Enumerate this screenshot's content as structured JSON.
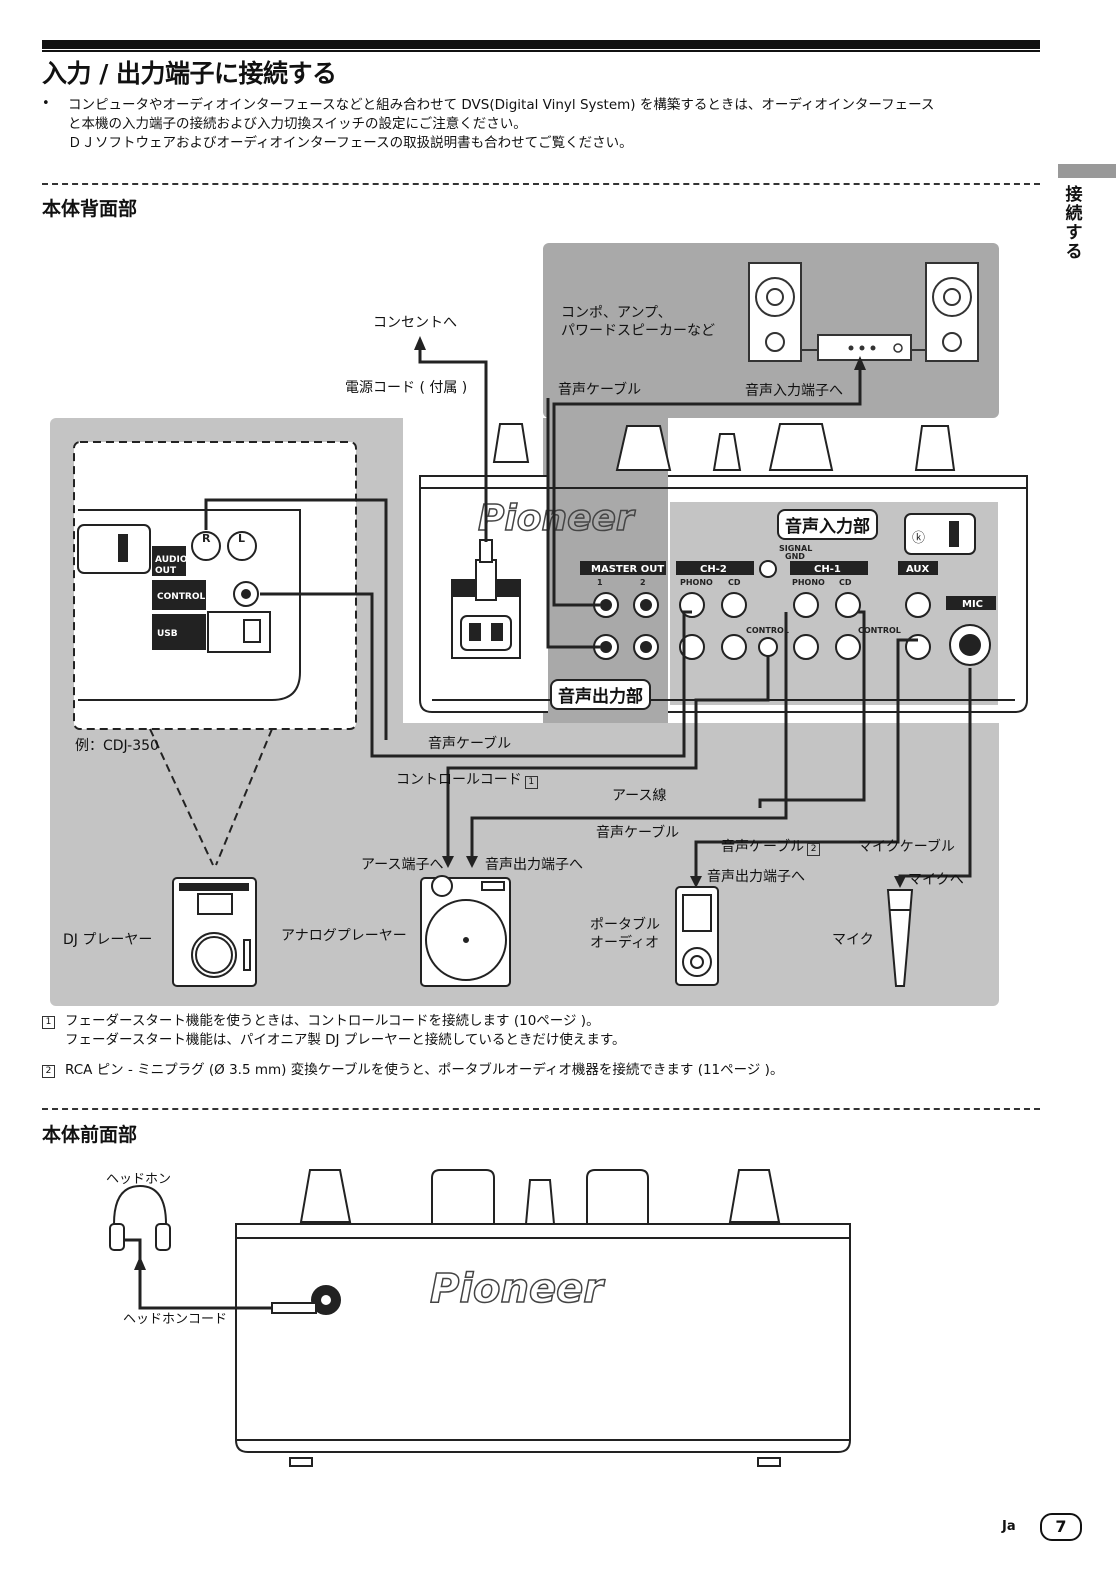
{
  "heading": "入力 / 出力端子に接続する",
  "intro_bullet": "•",
  "intro_lines": [
    "コンピュータやオーディオインターフェースなどと組み合わせて DVS(Digital Vinyl System) を構築するときは、オーディオインターフェース",
    "と本機の入力端子の接続および入力切換スイッチの設定にご注意ください。",
    "ＤＪソフトウェアおよびオーディオインターフェースの取扱説明書も合わせてご覧ください。"
  ],
  "side_tab": [
    "接",
    "続",
    "す",
    "る"
  ],
  "rear": {
    "heading": "本体背面部",
    "labels": {
      "outlet": "コンセントへ",
      "power_cord": "電源コード ( 付属 )",
      "amp_line1": "コンポ、アンプ、",
      "amp_line2": "パワードスピーカーなど",
      "audio_cable_top": "音声ケーブル",
      "audio_input_jack": "音声入力端子へ",
      "input_section": "音声入力部",
      "output_section": "音声出力部",
      "example": "例：CDJ-350",
      "audio_cable_1": "音声ケーブル",
      "control_cord": "コントロールコード",
      "earth_wire": "アース線",
      "audio_cable_2": "音声ケーブル",
      "audio_cable_3": "音声ケーブル",
      "mic_cable": "マイクケーブル",
      "to_earth": "アース端子へ",
      "to_audio_out": "音声出力端子へ",
      "to_audio_out_2": "音声出力端子へ",
      "to_mic": "マイクへ",
      "dj_player": "DJ プレーヤー",
      "analog_player": "アナログプレーヤー",
      "portable_line1": "ポータブル",
      "portable_line2": "オーディオ",
      "mic": "マイク",
      "note_mark_1": "1",
      "note_mark_2": "2"
    },
    "panel": {
      "master_out": "MASTER OUT",
      "ch2": "CH-2",
      "ch1": "CH-1",
      "aux": "AUX",
      "mic": "MIC",
      "phono": "PHONO",
      "cd": "CD",
      "control": "CONTROL",
      "signal_gnd_1": "SIGNAL",
      "signal_gnd_2": "GND",
      "audio_out_1": "AUDIO",
      "audio_out_2": "OUT",
      "cdj_control": "CONTROL",
      "usb": "USB",
      "l": "L",
      "r": "R",
      "n1": "1",
      "n2": "2",
      "brand": "Pioneer"
    }
  },
  "notes": [
    {
      "mark": "1",
      "lines": [
        "フェーダースタート機能を使うときは、コントロールコードを接続します (10ページ )。",
        "フェーダースタート機能は、パイオニア製 DJ プレーヤーと接続しているときだけ使えます。"
      ]
    },
    {
      "mark": "2",
      "lines": [
        "RCA ピン - ミニプラグ (Ø 3.5 mm) 変換ケーブルを使うと、ポータブルオーディオ機器を接続できます (11ページ )。"
      ]
    }
  ],
  "front": {
    "heading": "本体前面部",
    "headphones": "ヘッドホン",
    "headphone_cord": "ヘッドホンコード",
    "brand": "Pioneer"
  },
  "footer": {
    "lang": "Ja",
    "page": "7"
  }
}
